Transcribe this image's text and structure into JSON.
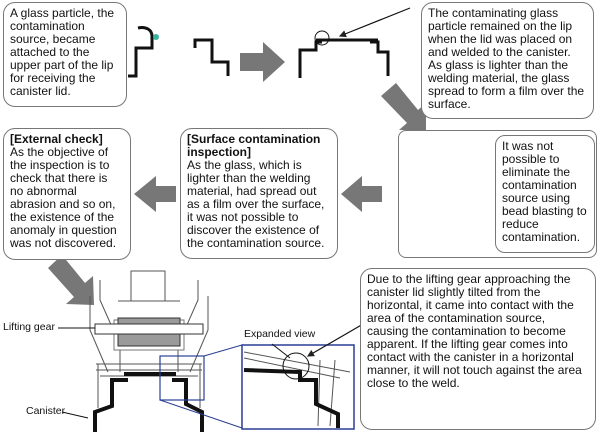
{
  "boxes": {
    "glass_particle": "A glass particle, the contamination source, became attached to the upper part of the lip for receiving the canister lid.",
    "contaminating_glass": "The contaminating glass particle remained on the lip when the lid was placed on and welded to the canister. As glass is lighter than the welding material, the glass spread to form a film over the surface.",
    "bead_blasting": "It was not possible to eliminate the contamination source using bead blasting to reduce contamination.",
    "surface_inspection": {
      "heading": "[Surface contamination inspection]",
      "text": "As the glass, which is lighter than the welding material, had spread out as a film over the surface, it was not possible to discover the existence of the contamination source."
    },
    "external_check": {
      "heading": "[External check]",
      "text": "As the objective of the inspection is to check that there is no abnormal abrasion and so on, the existence of the anomaly in question was not discovered."
    },
    "lifting_gear_note": "Due to the lifting gear approaching the canister lid slightly tilted from the horizontal, it came into contact with the area of the contamination source, causing the contamination to become apparent. If the lifting gear comes into contact with the canister in a horizontal manner, it will not touch against the area close to the weld."
  },
  "labels": {
    "lifting_gear": "Lifting gear",
    "canister": "Canister",
    "expanded_view": "Expanded view"
  },
  "colors": {
    "arrow": "#777777",
    "expanded_frame": "#2a3f94",
    "canister_fill": "#999999"
  }
}
